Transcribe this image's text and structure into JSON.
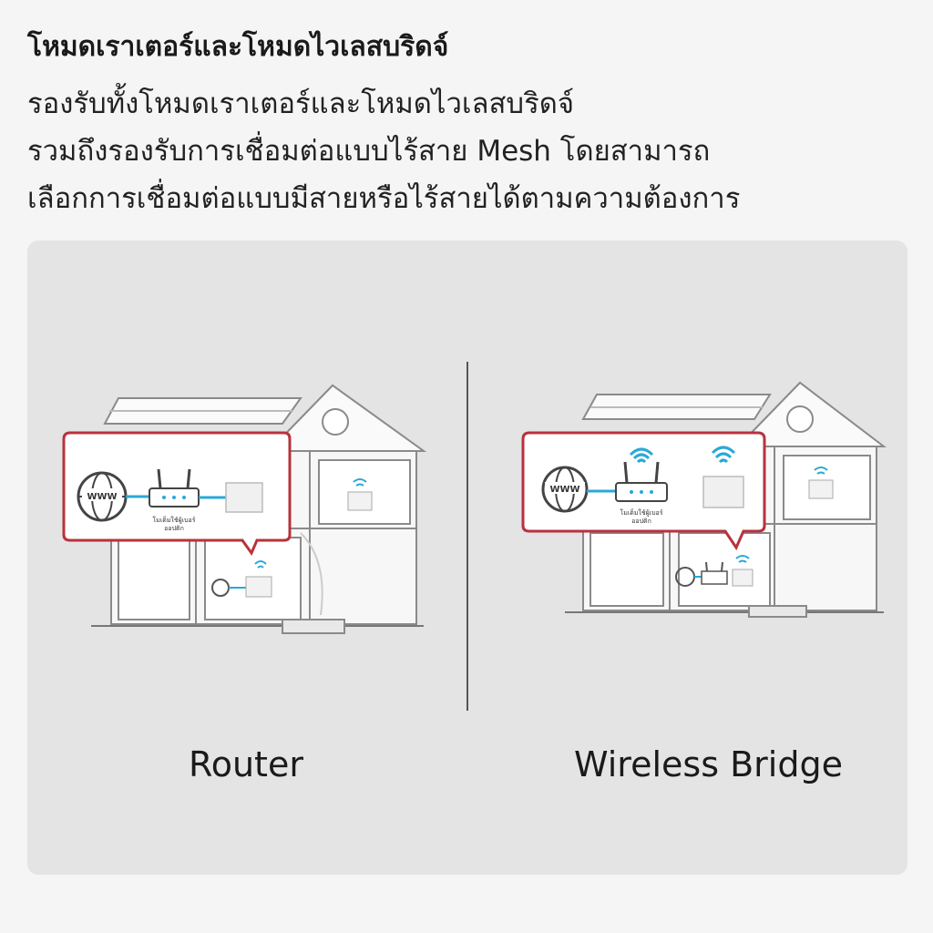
{
  "header": {
    "title": "โหมดเราเตอร์และโหมดไวเลสบริดจ์",
    "description_lines": [
      "รองรับทั้งโหมดเราเตอร์และโหมดไวเลสบริดจ์",
      "รวมถึงรองรับการเชื่อมต่อแบบไร้สาย Mesh โดยสามารถ",
      "เลือกการเชื่อมต่อแบบมีสายหรือไร้สายได้ตามความต้องการ"
    ]
  },
  "modes": [
    {
      "label": "Router",
      "callout_caption": [
        "โมเด็มใช้ผู้เบอร์",
        "ออปติก"
      ],
      "globe_text": "WWW"
    },
    {
      "label": "Wireless Bridge",
      "callout_caption": [
        "โมเด็มใช้ผู้เบอร์",
        "ออปติก"
      ],
      "globe_text": "WWW"
    }
  ],
  "colors": {
    "accent_red": "#b8323c",
    "wifi_blue": "#2aa8d8",
    "line_gray": "#8a8a8a"
  },
  "icons": [
    "globe-icon",
    "router-icon",
    "access-point-icon",
    "wifi-icon",
    "house-outline"
  ]
}
